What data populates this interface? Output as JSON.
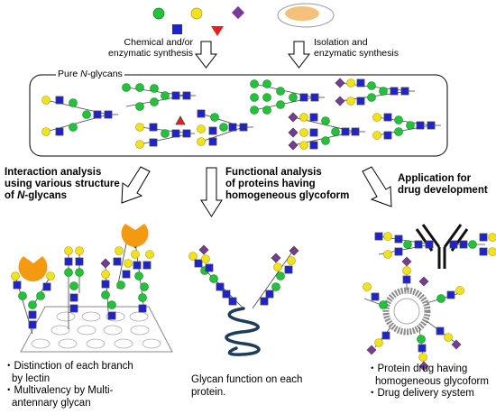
{
  "labels": {
    "synthesis_left": [
      "Chemical and/or",
      "enzymatic synthesis"
    ],
    "synthesis_right": [
      "Isolation and",
      "enzymatic synthesis"
    ],
    "pure_prefix": "Pure ",
    "pure_n": "N",
    "pure_suffix": "-glycans",
    "col1_title_l1": "Interaction analysis",
    "col1_title_l2": "using various structure",
    "col1_title_l3_pre": "of ",
    "col1_title_l3_n": "N",
    "col1_title_l3_post": "-glycans",
    "col2_title": [
      "Functional analysis",
      "of proteins having",
      "homogeneous glycoform"
    ],
    "col3_title": [
      "Application for",
      "drug development"
    ],
    "col1_notes": [
      "・Distinction of each branch",
      "by lectin",
      "・Multivalency by Multi-",
      "antennary glycan"
    ],
    "col2_notes": [
      "Glycan function on each",
      "protein."
    ],
    "col3_notes": [
      "・Protein drug having",
      "homogeneous glycoform",
      "・Drug delivery system"
    ]
  },
  "legend_icons": [
    "green-circle",
    "blue-square",
    "yellow-circle",
    "red-triangle",
    "purple-diamond",
    "egg"
  ],
  "colors": {
    "glcnac": "#1f22d4",
    "mannose": "#22c23a",
    "galactose": "#f2e21a",
    "fucose": "#ea1c1c",
    "sialic_acid": "#7a3a9a",
    "lectin": "#f39a10",
    "egg_yolk": "#f4c07a",
    "protein": "#1e3d5a"
  }
}
